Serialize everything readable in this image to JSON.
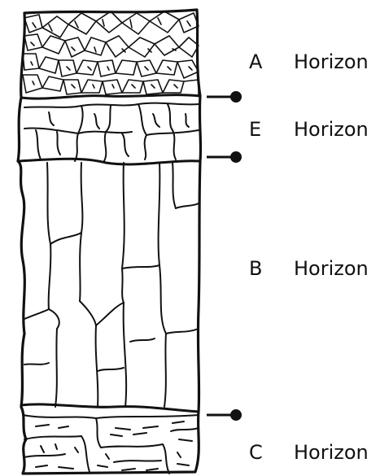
{
  "diagram": {
    "horizons": [
      {
        "letter": "A",
        "name": "Horizon"
      },
      {
        "letter": "E",
        "name": "Horizon"
      },
      {
        "letter": "B",
        "name": "Horizon"
      },
      {
        "letter": "C",
        "name": "Horizon"
      }
    ],
    "colors": {
      "line": "#111111",
      "background": "#ffffff"
    }
  }
}
